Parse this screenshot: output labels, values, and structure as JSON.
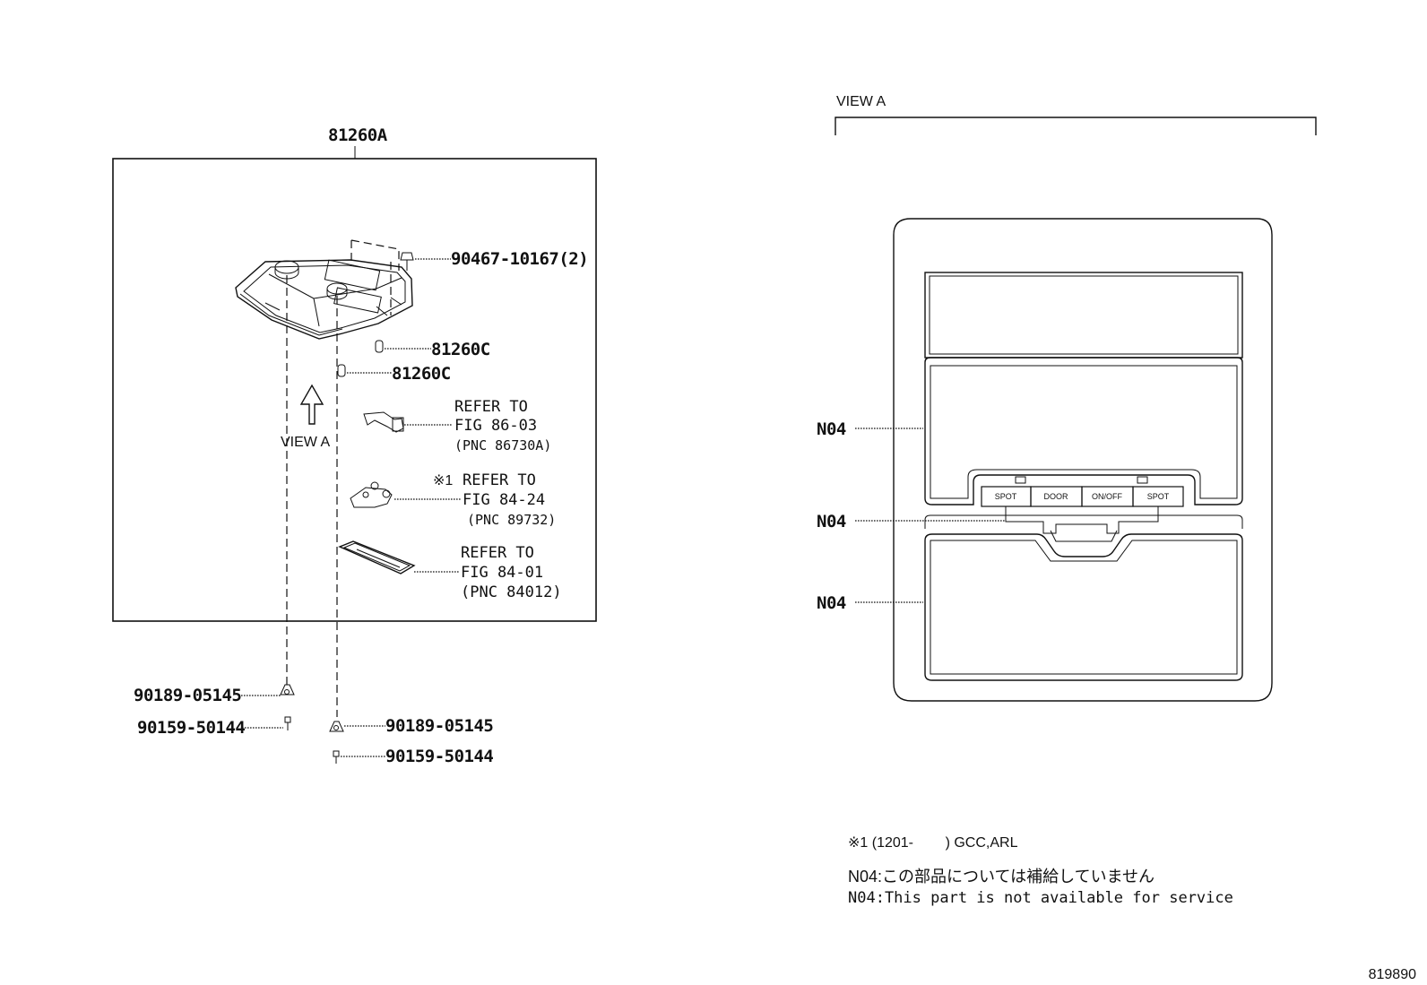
{
  "diagram": {
    "main_part": "81260A",
    "callouts": {
      "bolt_top": "90467-10167(2)",
      "bulb_1": "81260C",
      "bulb_2": "81260C",
      "nut_left": "90189-05145",
      "screw_left": "90159-50144",
      "nut_right": "90189-05145",
      "screw_right": "90159-50144"
    },
    "view_arrow_label": "VIEW A",
    "refer_1": {
      "line1": "REFER TO",
      "line2": "FIG 86-03",
      "line3": "(PNC 86730A)"
    },
    "refer_2": {
      "mark": "※1",
      "line1": "REFER TO",
      "line2": "FIG 84-24",
      "line3": "(PNC 89732)"
    },
    "refer_3": {
      "line1": "REFER TO",
      "line2": "FIG 84-01",
      "line3": "(PNC 84012)"
    }
  },
  "view_a": {
    "title": "VIEW A",
    "callouts": [
      "N04",
      "N04",
      "N04"
    ],
    "buttons": [
      "SPOT",
      "DOOR",
      "ON/OFF",
      "SPOT"
    ]
  },
  "notes": {
    "footnote_1": "※1 (1201-        ) GCC,ARL",
    "n04_japanese": "N04:この部品については補給していません",
    "n04_english": "N04:This part is not available for service"
  },
  "figure_id": "819890"
}
